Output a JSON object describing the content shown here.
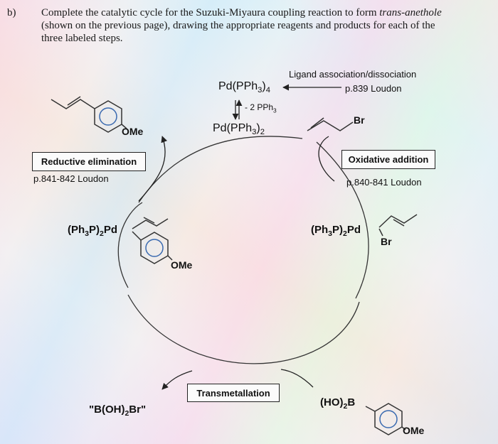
{
  "question": {
    "label": "b)",
    "lines": [
      "Complete the catalytic cycle for the Suzuki-Miyaura coupling reaction to form",
      "(shown on the previous page), drawing the appropriate reagents and products for each of the",
      "three labeled steps."
    ],
    "product_name": "trans-anethole"
  },
  "catalyst": {
    "precatalyst": "Pd(PPh3)4",
    "loss_label": "- 2 PPh3",
    "active": "Pd(PPh3)2"
  },
  "ligand_note": {
    "title": "Ligand association/dissociation",
    "page": "p.839 Loudon"
  },
  "steps": {
    "reductive": {
      "label": "Reductive elimination",
      "page": "p.841-842 Loudon"
    },
    "oxidative": {
      "label": "Oxidative addition",
      "page": "p.840-841 Loudon"
    },
    "transmetallation": {
      "label": "Transmetallation"
    }
  },
  "species": {
    "product_substituent": "OMe",
    "aryl_bromide_label": "Br",
    "left_pd": "(Ph3P)2Pd",
    "left_pd_substituent": "OMe",
    "right_pd": "(Ph3P)2Pd",
    "right_pd_substituent": "Br",
    "byproduct": "\"B(OH)2Br\"",
    "boronic_acid": "(HO)2B",
    "boronic_acid_substituent": "OMe"
  }
}
